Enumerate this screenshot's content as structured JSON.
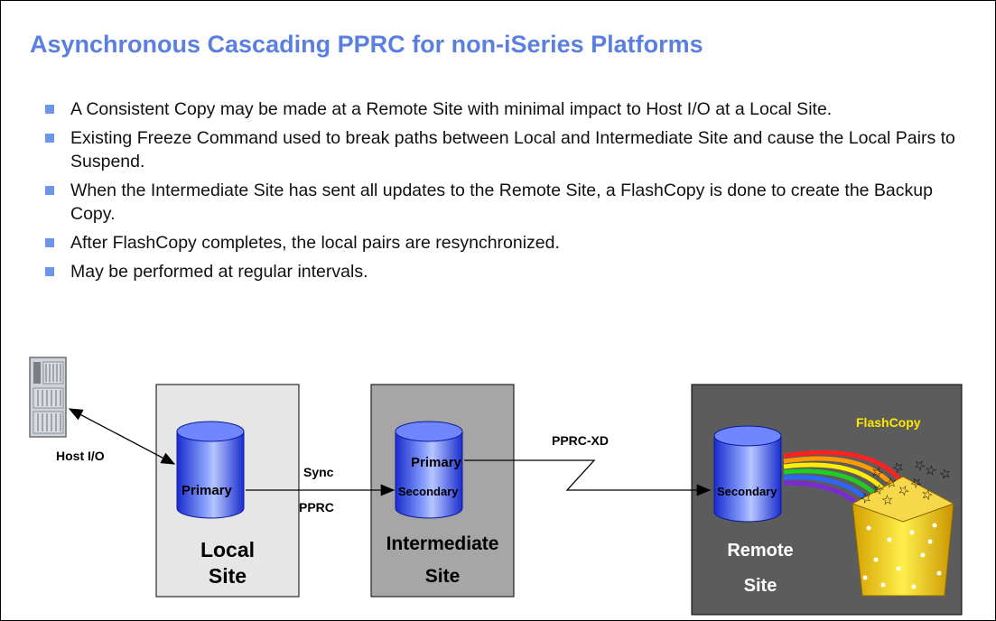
{
  "slide": {
    "title": "Asynchronous Cascading PPRC for non-iSeries Platforms",
    "bullets": [
      "A Consistent Copy may be made at a Remote Site with minimal impact to Host I/O at a Local Site.",
      "Existing Freeze Command used to break paths between Local and Intermediate Site and cause the Local Pairs to Suspend.",
      "When the Intermediate Site has sent all updates to the Remote Site, a FlashCopy is done to create the Backup Copy.",
      "After FlashCopy completes, the local pairs are resynchronized.",
      "May be performed at regular intervals."
    ]
  },
  "diagram": {
    "host_label": "Host I/O",
    "local": {
      "disk_label": "Primary",
      "site_line1": "Local",
      "site_line2": "Site"
    },
    "sync_label_line1": "Sync",
    "sync_label_line2": "PPRC",
    "intermediate": {
      "disk_label_top": "Primary",
      "disk_label_bottom": "Secondary",
      "site_line1": "Intermediate",
      "site_line2": "Site"
    },
    "xd_label": "PPRC-XD",
    "remote": {
      "disk_label": "Secondary",
      "site_line1": "Remote",
      "site_line2": "Site"
    },
    "flashcopy_label": "FlashCopy",
    "icons": [
      "server-icon",
      "disk-icon",
      "rainbow-icon",
      "star-icon",
      "basket-icon"
    ]
  }
}
